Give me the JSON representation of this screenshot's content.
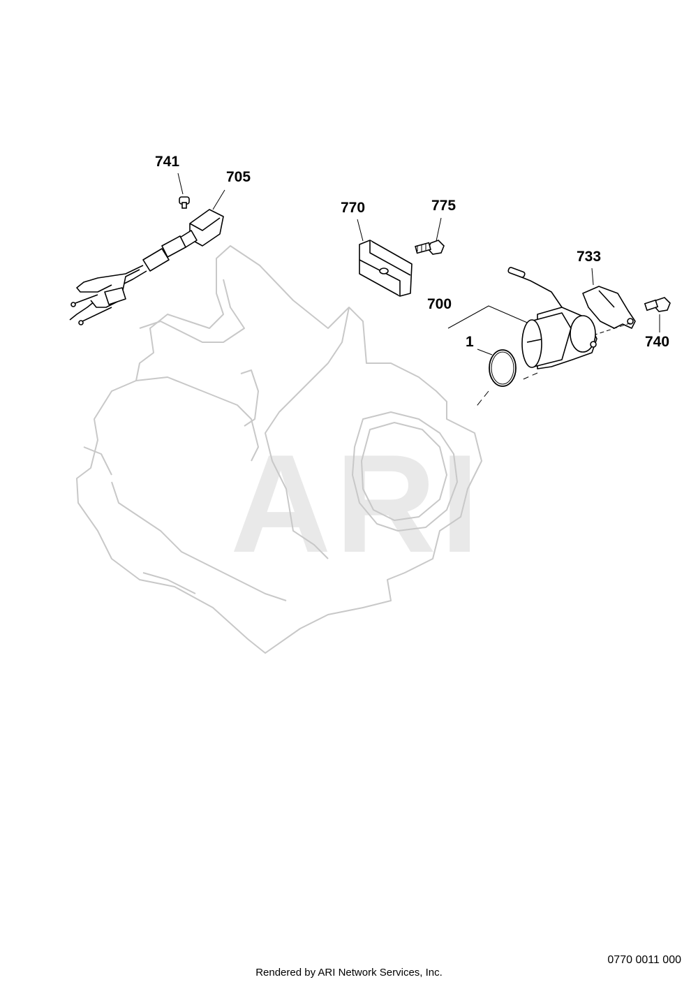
{
  "watermark": "ARI",
  "callouts": {
    "p741": "741",
    "p705": "705",
    "p770": "770",
    "p775": "775",
    "p733": "733",
    "p700": "700",
    "p1": "1",
    "p740": "740"
  },
  "footer": {
    "drawing_code": "0770 0011 000",
    "credit": "Rendered by ARI Network Services, Inc."
  },
  "colors": {
    "part_stroke": "#000000",
    "engine_ghost": "#c8c8c8",
    "watermark": "#e9e9e9"
  }
}
